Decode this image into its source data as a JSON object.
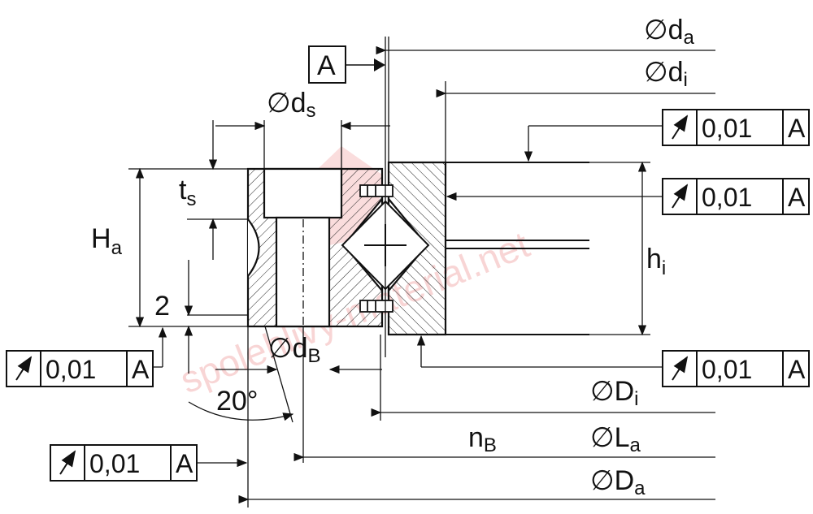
{
  "datum": "A",
  "dims": {
    "da": {
      "sym": "∅d",
      "sub": "a"
    },
    "di": {
      "sym": "∅d",
      "sub": "i"
    },
    "ds": {
      "sym": "∅d",
      "sub": "s"
    },
    "dB": {
      "sym": "∅d",
      "sub": "B"
    },
    "Di": {
      "sym": "∅D",
      "sub": "i"
    },
    "La": {
      "sym": "∅L",
      "sub": "a"
    },
    "Da": {
      "sym": "∅D",
      "sub": "a"
    },
    "ts": {
      "sym": "t",
      "sub": "s"
    },
    "Ha": {
      "sym": "H",
      "sub": "a"
    },
    "hi": {
      "sym": "h",
      "sub": "i"
    },
    "nB": {
      "sym": "n",
      "sub": "B"
    },
    "two": "2",
    "angle": "20°"
  },
  "tolerance": {
    "value": "0,01",
    "datum": "A"
  },
  "watermark": "spolehlivy-material.net"
}
